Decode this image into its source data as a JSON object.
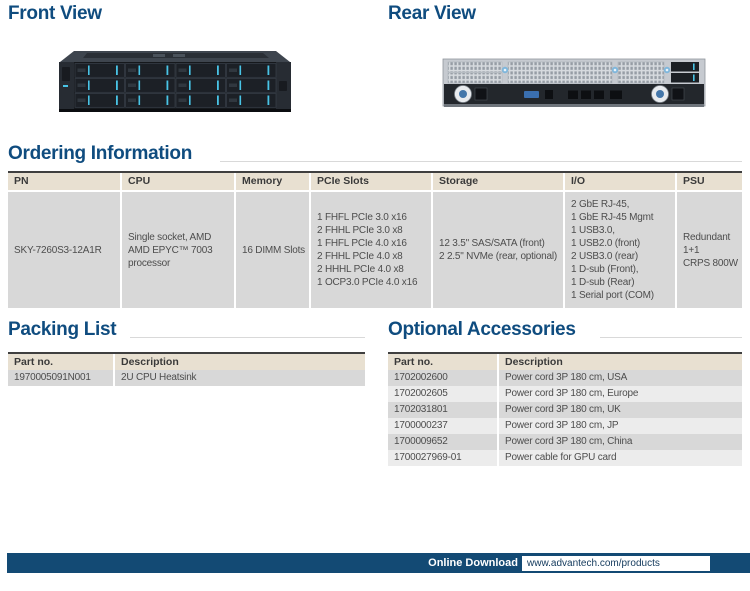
{
  "colors": {
    "brand_navy": "#0f4c7f",
    "footer_navy": "#134a74",
    "table_header_tan": "#e8e0d1",
    "row_gray": "#d8d8d8",
    "row_light": "#ececec",
    "drive_led_cyan": "#49c4e6"
  },
  "sections": {
    "front_view": {
      "title": "Front View"
    },
    "rear_view": {
      "title": "Rear View"
    },
    "ordering": {
      "title": "Ordering Information",
      "columns": [
        "PN",
        "CPU",
        "Memory",
        "PCIe Slots",
        "Storage",
        "I/O",
        "PSU"
      ],
      "row": {
        "pn": "SKY-7260S3-12A1R",
        "cpu": [
          "Single socket, AMD",
          "AMD EPYC™ 7003",
          "processor"
        ],
        "memory": "16 DIMM Slots",
        "pcie": [
          "1 FHFL PCIe 3.0 x16",
          "2 FHHL PCIe 3.0 x8",
          "1 FHFL PCIe 4.0 x16",
          "2 FHHL PCIe 4.0 x8",
          "2 HHHL PCIe 4.0 x8",
          "1 OCP3.0 PCIe 4.0 x16"
        ],
        "storage": [
          "12 3.5\" SAS/SATA (front)",
          "2 2.5\" NVMe (rear, optional)"
        ],
        "io": [
          "2 GbE RJ-45,",
          "1 GbE RJ-45 Mgmt",
          "1 USB3.0,",
          "1 USB2.0 (front)",
          "2 USB3.0 (rear)",
          "1 D-sub (Front),",
          "1 D-sub (Rear)",
          "1 Serial port (COM)"
        ],
        "psu": [
          "Redundant 1+1",
          "CRPS 800W"
        ]
      }
    },
    "packing": {
      "title": "Packing List",
      "columns": [
        "Part no.",
        "Description"
      ],
      "rows": [
        {
          "part": "1970005091N001",
          "desc": "2U CPU Heatsink"
        }
      ]
    },
    "optional": {
      "title": "Optional Accessories",
      "columns": [
        "Part no.",
        "Description"
      ],
      "rows": [
        {
          "part": "1702002600",
          "desc": "Power cord 3P 180 cm, USA"
        },
        {
          "part": "1702002605",
          "desc": "Power cord 3P 180 cm, Europe"
        },
        {
          "part": "1702031801",
          "desc": "Power cord 3P 180 cm, UK"
        },
        {
          "part": "1700000237",
          "desc": "Power cord 3P 180 cm, JP"
        },
        {
          "part": "1700009652",
          "desc": "Power cord 3P 180 cm, China"
        },
        {
          "part": "1700027969-01",
          "desc": "Power cable for GPU card"
        }
      ]
    }
  },
  "footer": {
    "download_label": "Online Download",
    "url": "www.advantech.com/products"
  }
}
